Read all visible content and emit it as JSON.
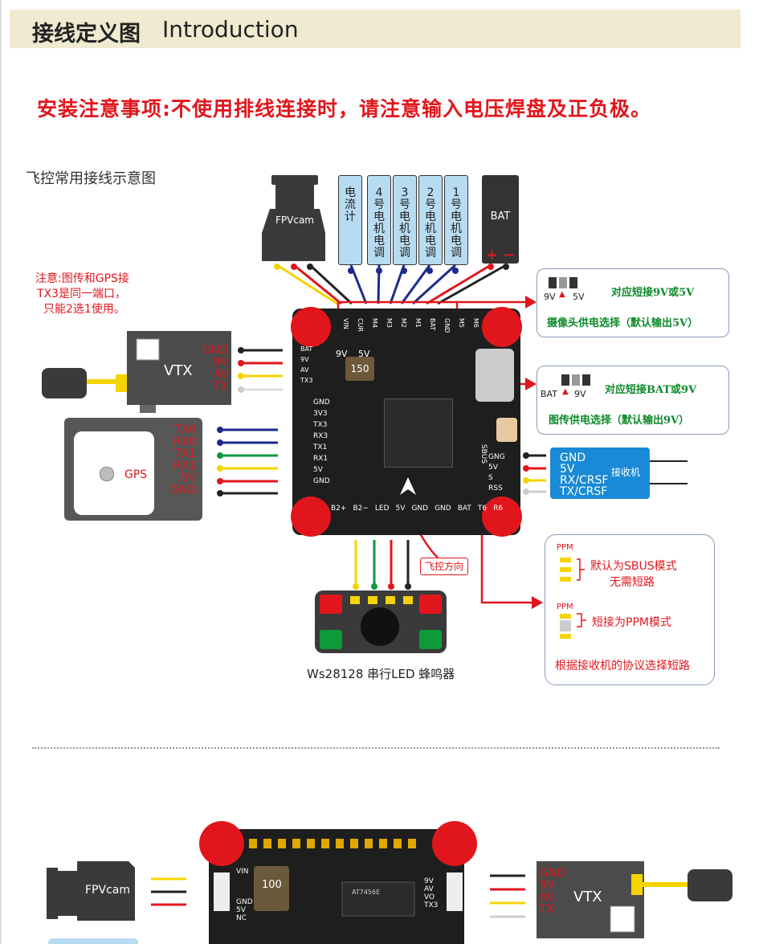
{
  "header": {
    "title_cn": "接线定义图",
    "title_en": "Introduction"
  },
  "warning": "安装注意事项:不使用排线连接时，请注意输入电压焊盘及正负极。",
  "subtitle": "飞控常用接线示意图",
  "note": [
    "注意:图传和GPS接",
    "TX3是同一端口，",
    "只能2选1使用。"
  ],
  "top_devices": {
    "fpvcam": "FPVcam",
    "current": "电流计",
    "esc4": "4号电机电调",
    "esc3": "3号电机电调",
    "esc2": "2号电机电调",
    "esc1": "1号电机电调",
    "bat": "BAT",
    "bat_plus": "+",
    "bat_minus": "−"
  },
  "vtx": {
    "label": "VTX",
    "pins": [
      "GND",
      "9V",
      "AV",
      "TX"
    ]
  },
  "gps": {
    "label": "GPS",
    "pins": [
      "TX0",
      "RX0",
      "TX1",
      "RX1",
      "5V",
      "GND"
    ]
  },
  "board": {
    "top_pins": [
      "VIN",
      "CUR",
      "M4",
      "M3",
      "M2",
      "M1",
      "BAT",
      "GND",
      "M5",
      "M6"
    ],
    "left_pins": [
      "GND",
      "3V3",
      "TX3",
      "RX3",
      "TX1",
      "RX1",
      "5V",
      "GND"
    ],
    "bottom_pins": [
      "B2+",
      "B2−",
      "LED",
      "5V",
      "GND",
      "GND",
      "BAT",
      "T6",
      "R6"
    ],
    "right_pins": [
      "GNG",
      "5V",
      "S",
      "RSS"
    ],
    "left_vtx_pins": [
      "BAT",
      "9V",
      "AV",
      "TX3"
    ],
    "inductor": "150",
    "jumper_left": "9V",
    "jumper_right": "5V",
    "sbus": "SBUS"
  },
  "cam_power": {
    "jumper_9v": "9V",
    "jumper_5v": "5V",
    "title": "对应短接9V或5V",
    "desc": "摄像头供电选择（默认输出5V）"
  },
  "vtx_power": {
    "jumper_bat": "BAT",
    "jumper_9v": "9V",
    "title": "对应短接BAT或9V",
    "desc": "图传供电选择（默认输出9V）"
  },
  "receiver": {
    "label": "接收机",
    "pins": [
      "GND",
      "5V",
      "RX/CRSF",
      "TX/CRSF"
    ]
  },
  "direction_tag": "飞控方向",
  "ppm": {
    "ppm1": "PPM",
    "default": "默认为SBUS模式",
    "no_short": "无需短路",
    "ppm2": "PPM",
    "short": "短接为PPM模式",
    "footer": "根据接收机的协议选择短路"
  },
  "led_caption": "Ws28128 串行LED 蜂鸣器",
  "bottom": {
    "fpvcam": "FPVcam",
    "vtx": "VTX",
    "vtx_pins": [
      "GND",
      "9V",
      "AV",
      "TX"
    ],
    "inductor": "100",
    "chip": "AT7456E",
    "left_pins": [
      "VIN",
      "GND",
      "5V",
      "NC"
    ],
    "right_pins": [
      "9V",
      "AV",
      "VO",
      "TX3"
    ]
  },
  "colors": {
    "red": "#e1161c",
    "green": "#0e8a2a",
    "esc_blue": "#b7dcf2",
    "header_bg": "#efead0"
  }
}
